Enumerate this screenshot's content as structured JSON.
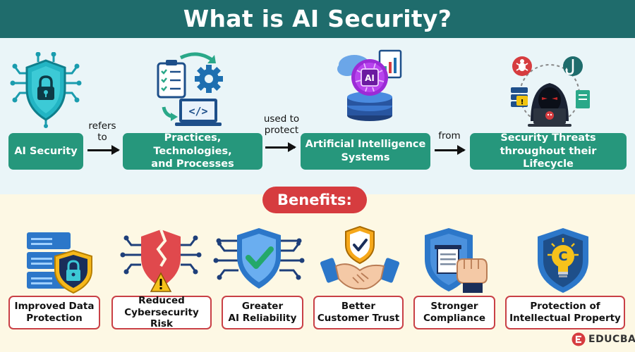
{
  "title": "What is AI Security?",
  "flow": [
    {
      "label": "AI Security",
      "icon": "shield-lock-circuit-icon"
    },
    {
      "label": "Practices, Technologies,\nand Processes",
      "icon": "checklist-gear-code-icon"
    },
    {
      "label": "Artificial Intelligence\nSystems",
      "icon": "ai-brain-server-icon"
    },
    {
      "label": "Security Threats\nthroughout their Lifecycle",
      "icon": "hacker-threats-icon"
    }
  ],
  "connectors": [
    "refers\nto",
    "used to\nprotect",
    "from"
  ],
  "benefits_heading": "Benefits:",
  "benefits": [
    {
      "label": "Improved Data\nProtection",
      "icon": "server-lock-icon"
    },
    {
      "label": "Reduced\nCybersecurity Risk",
      "icon": "broken-shield-warning-icon"
    },
    {
      "label": "Greater\nAI Reliability",
      "icon": "shield-check-circuit-icon"
    },
    {
      "label": "Better\nCustomer Trust",
      "icon": "handshake-badge-icon"
    },
    {
      "label": "Stronger\nCompliance",
      "icon": "shield-fist-document-icon"
    },
    {
      "label": "Protection of\nIntellectual Property",
      "icon": "shield-bulb-copyright-icon"
    }
  ],
  "brand": "EDUCBA",
  "colors": {
    "header": "#1f6c6c",
    "flow_box": "#26977c",
    "accent_red": "#d63c3f",
    "top_band": "#eaf5f8",
    "bottom_band": "#fdf8e4"
  }
}
